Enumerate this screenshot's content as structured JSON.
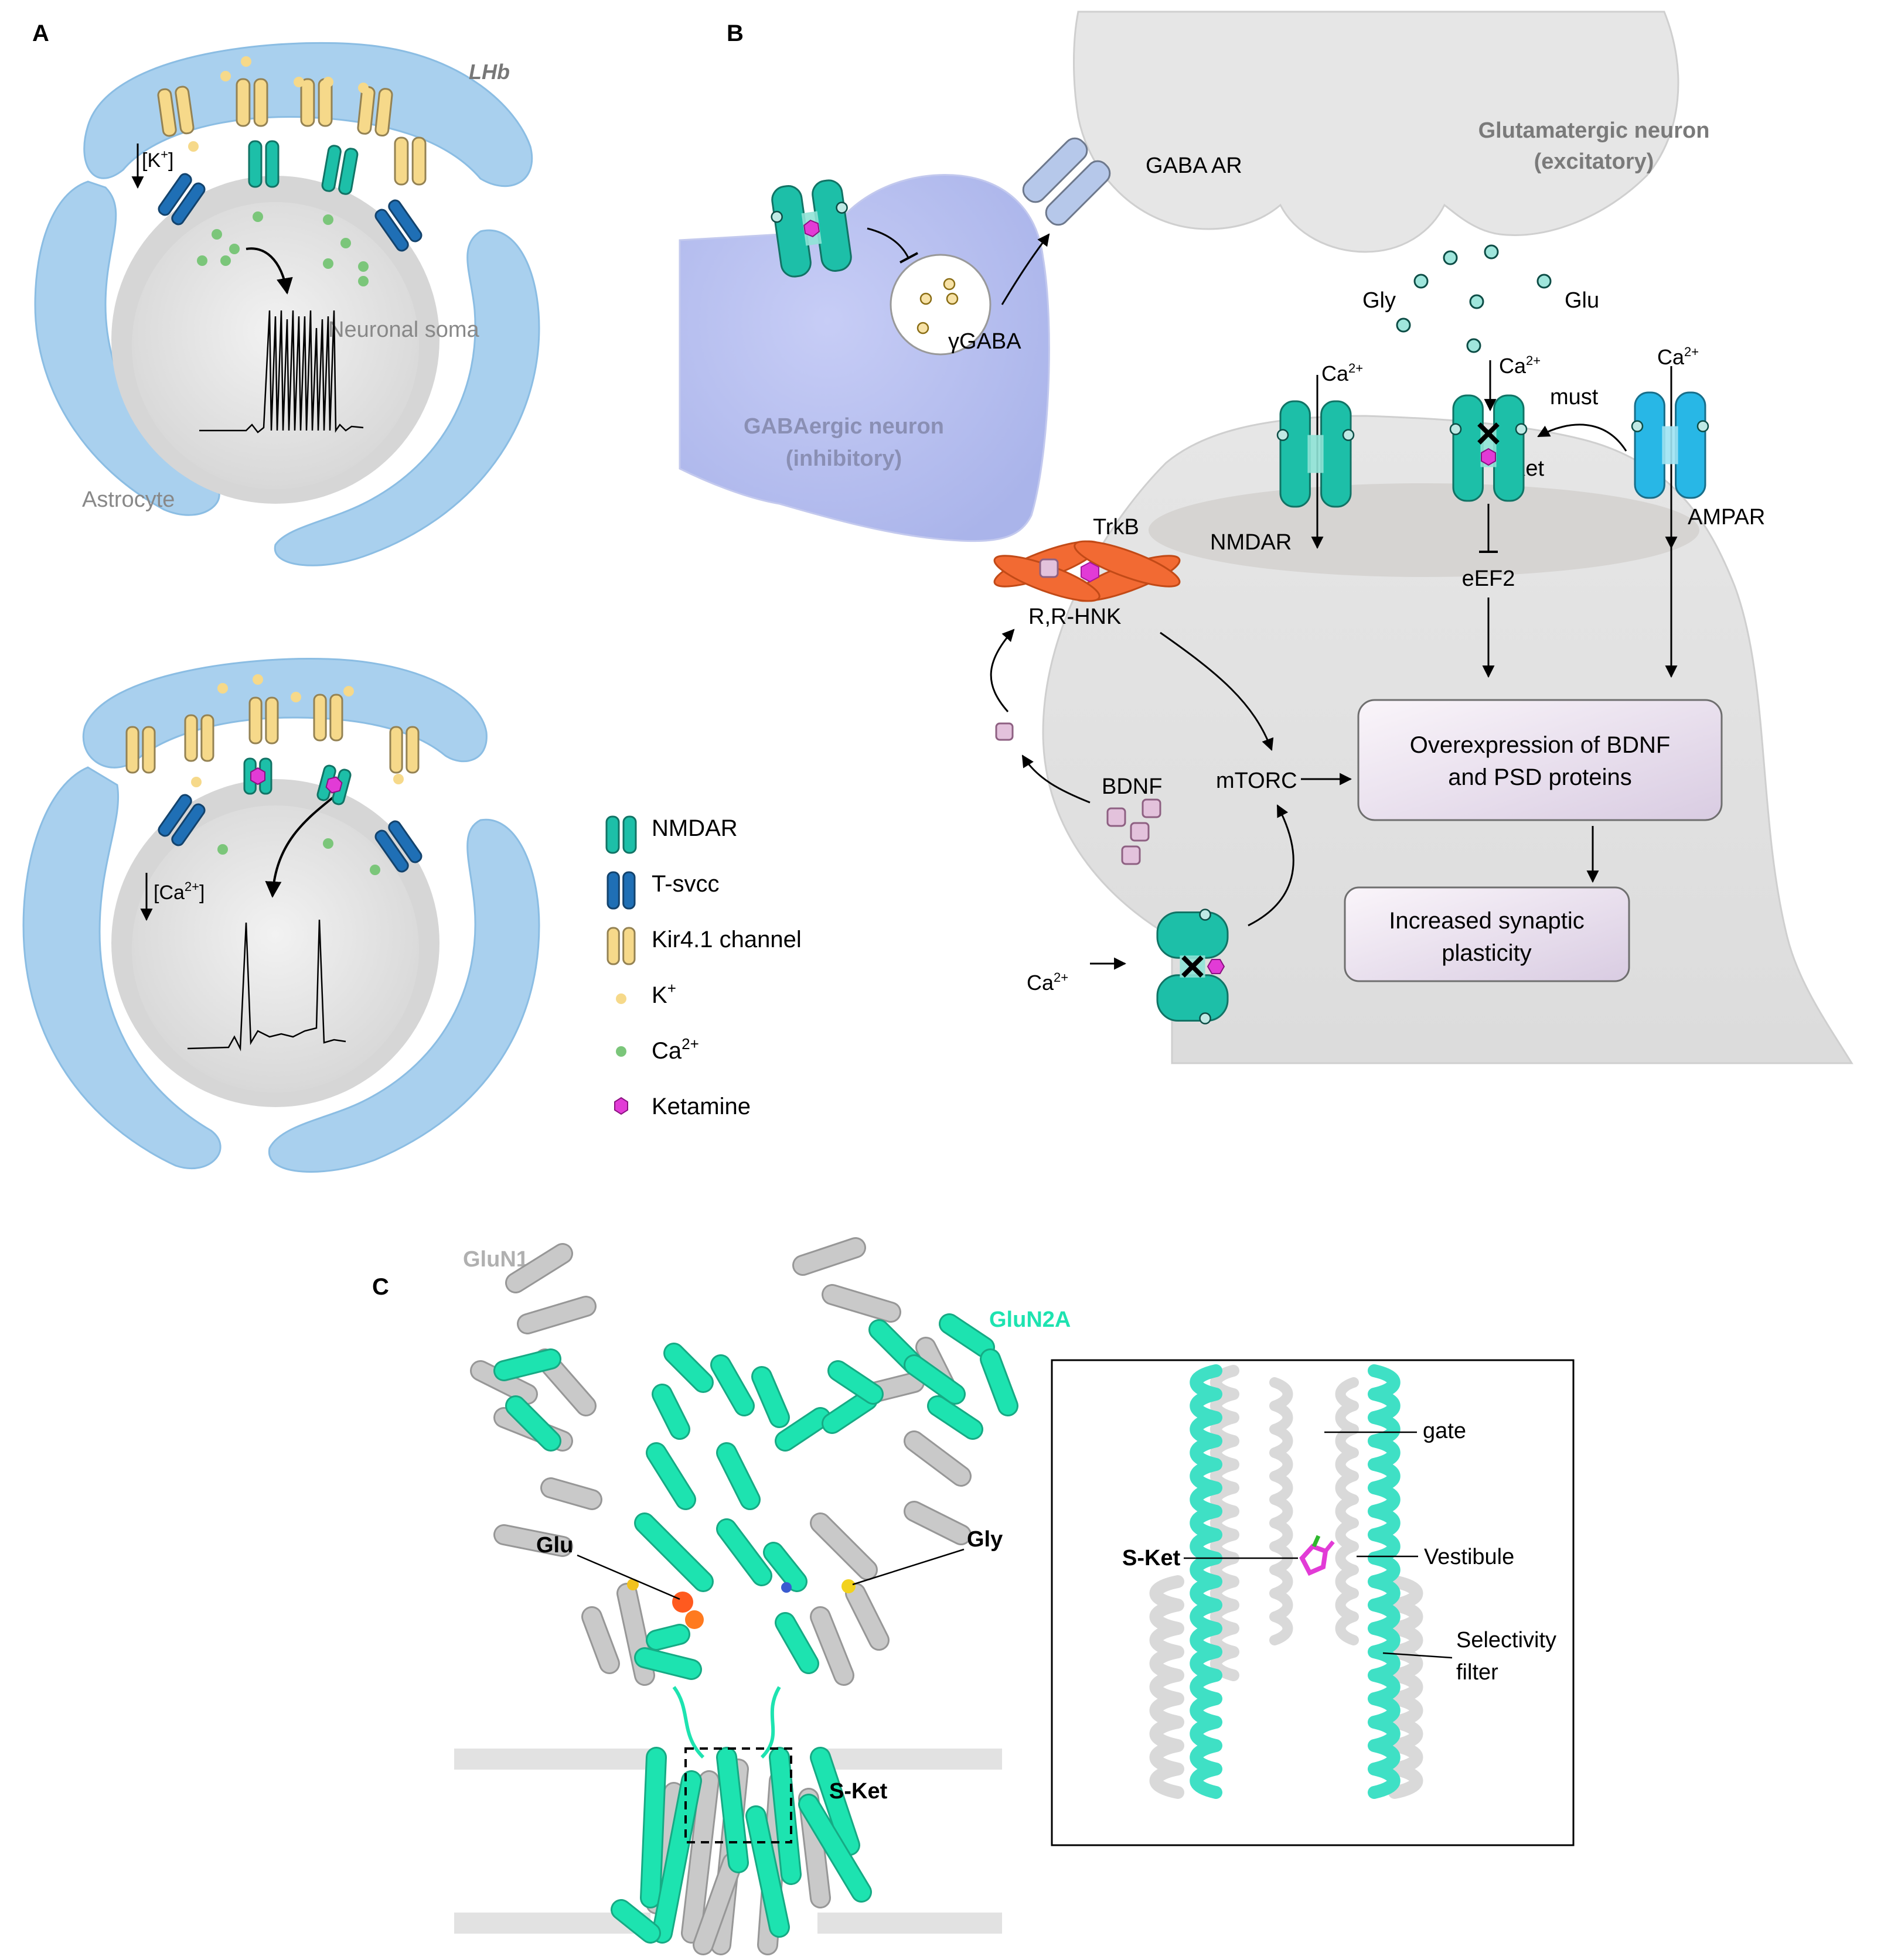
{
  "panels": {
    "a": {
      "letter": "A"
    },
    "b": {
      "letter": "B"
    },
    "c": {
      "letter": "C"
    }
  },
  "panel_a": {
    "region_label": "LHb",
    "soma_label": "Neuronal soma",
    "astrocyte_label": "Astrocyte",
    "k_flux_label": "[K",
    "k_flux_sup": "+",
    "k_flux_close": "]",
    "ca_flux_label": "[Ca",
    "ca_flux_sup": "2+",
    "ca_flux_close": "]"
  },
  "legend": {
    "items": [
      {
        "name": "legend-nmdar",
        "text": "NMDAR",
        "sup": ""
      },
      {
        "name": "legend-t-svcc",
        "text": "T-svcc",
        "sup": ""
      },
      {
        "name": "legend-kir41",
        "text": "Kir4.1 channel",
        "sup": ""
      },
      {
        "name": "legend-k-ion",
        "text": "K",
        "sup": "+"
      },
      {
        "name": "legend-ca-ion",
        "text": "Ca",
        "sup": "2+"
      },
      {
        "name": "legend-ketamine",
        "text": "Ketamine",
        "sup": ""
      }
    ]
  },
  "panel_b": {
    "gaba_ar": "GABA AR",
    "glut_neuron_line1": "Glutamatergic neuron",
    "glut_neuron_line2": "(excitatory)",
    "gaba_neuron_line1": "GABAergic neuron",
    "gaba_neuron_line2": "(inhibitory)",
    "ygaba": "γGABA",
    "gly": "Gly",
    "glu": "Glu",
    "ca": "Ca",
    "ca_sup": "2+",
    "must": "must",
    "ket": "Ket",
    "nmdar": "NMDAR",
    "ampar": "AMPAR",
    "trkb": "TrkB",
    "rr_hnk": "R,R-HNK",
    "eef2": "eEF2",
    "bdnf": "BDNF",
    "mtorc": "mTORC",
    "box1_line1": "Overexpression of BDNF",
    "box1_line2": "and PSD proteins",
    "box2_line1": "Increased synaptic",
    "box2_line2": "plasticity"
  },
  "panel_c": {
    "glun1": "GluN1",
    "glun2a": "GluN2A",
    "glu": "Glu",
    "gly": "Gly",
    "s_ket": "S-Ket",
    "inset": {
      "gate": "gate",
      "s_ket": "S-Ket",
      "vestibule": "Vestibule",
      "selectivity_line1": "Selectivity",
      "selectivity_line2": "filter"
    }
  },
  "colors": {
    "nmdar": "#1dbfa8",
    "t_svcc": "#1f6fb5",
    "kir41": "#f6d98a",
    "astrocyte": "#a9d0ee",
    "ampar": "#28b7e6",
    "glun2a": "#1de3b0",
    "glun1": "#c9c9c9",
    "ketamine": "#e23bd6"
  }
}
